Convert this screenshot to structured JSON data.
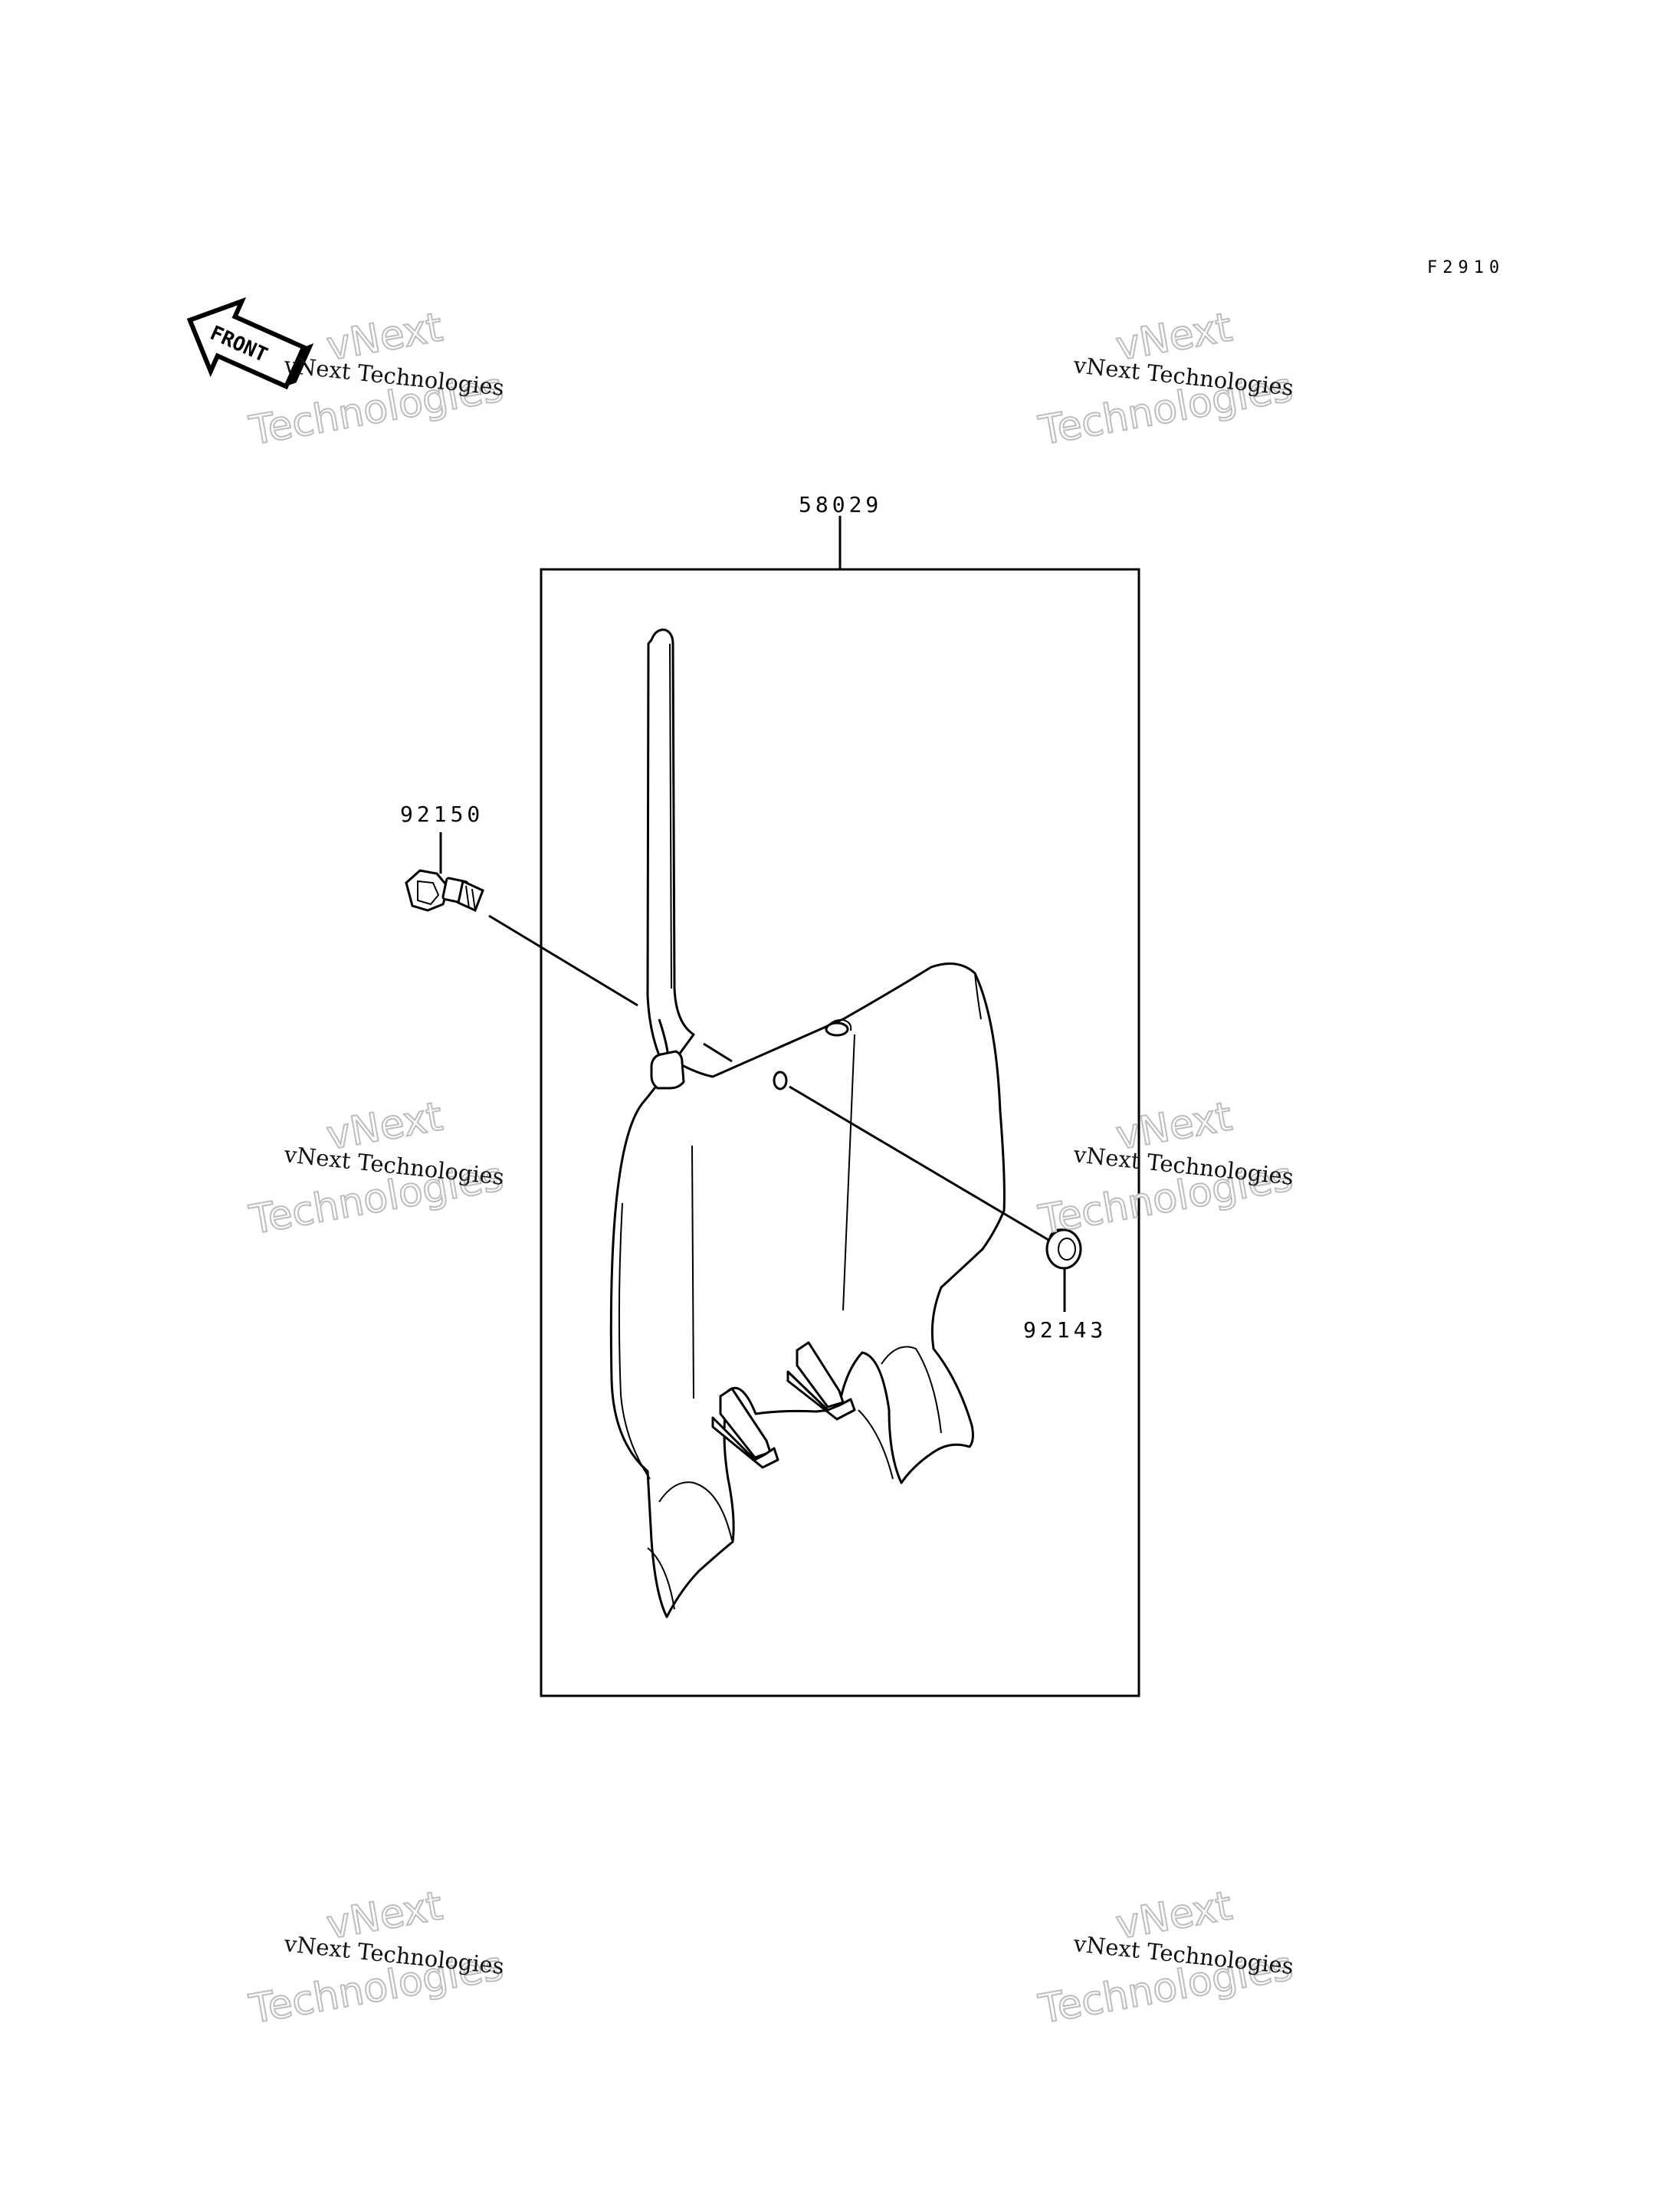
{
  "figure_code": "F2910",
  "front_marker": "FRONT",
  "parts": {
    "box_part": "58029",
    "bolt": "92150",
    "grommet": "92143"
  },
  "watermark": {
    "brand": "vNext",
    "technologies": "Technologies",
    "full": "vNext Technologies"
  }
}
